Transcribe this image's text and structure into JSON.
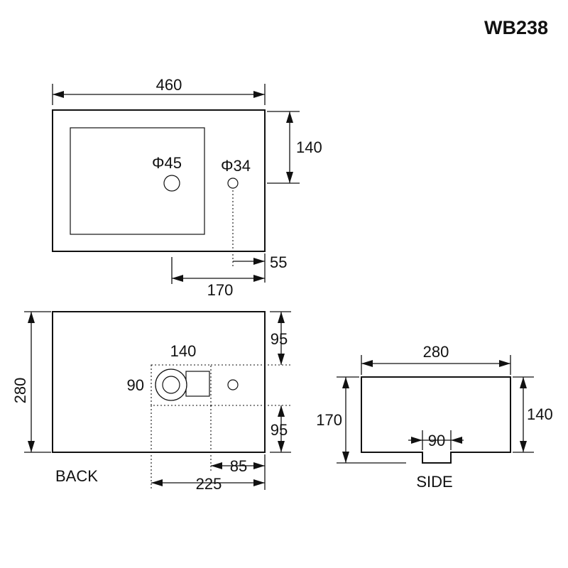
{
  "model": "WB238",
  "top_view": {
    "width": "460",
    "depth_to_holes": "140",
    "drain_hole": "Φ45",
    "tap_hole": "Φ34",
    "tap_offset": "55",
    "drain_offset": "170"
  },
  "back_view": {
    "label": "BACK",
    "height": "280",
    "upper_gap": "95",
    "lower_gap": "95",
    "outlet_width": "140",
    "outlet_height": "90",
    "right_offset": "85",
    "outlet_offset": "225"
  },
  "side_view": {
    "label": "SIDE",
    "width": "280",
    "total_height": "170",
    "body_height": "140",
    "notch_width": "90"
  }
}
